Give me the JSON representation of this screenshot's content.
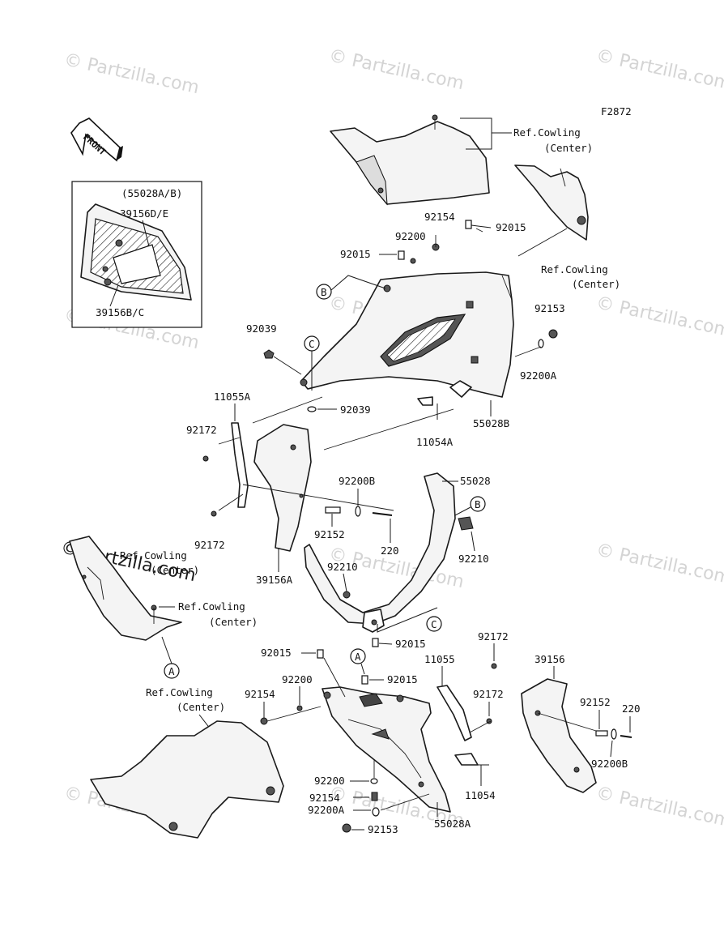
{
  "watermark": "Partzilla.com",
  "figure_code": "F2872",
  "front_label": "FRONT",
  "inset": {
    "title": "(55028A/B)",
    "label_top": "39156D/E",
    "label_bottom": "39156B/C"
  },
  "labels": {
    "ref_cowling_1a": "Ref.Cowling",
    "ref_cowling_1b": "(Center)",
    "ref_cowling_2a": "Ref.Cowling",
    "ref_cowling_2b": "(Center)",
    "ref_cowling_3a": "Ref.Cowling",
    "ref_cowling_3b": "(Center)",
    "ref_cowling_4a": "Ref.Cowling",
    "ref_cowling_4b": "(Center)",
    "ref_cowling_5a": "Ref.Cowling",
    "ref_cowling_5b": "(Center)",
    "p92154_a": "92154",
    "p92015_a": "92015",
    "p92200_a": "92200",
    "p92015_b": "92015",
    "p92153_a": "92153",
    "p92039_a": "92039",
    "p92200A_a": "92200A",
    "p92039_b": "92039",
    "p11055A": "11055A",
    "p55028B": "55028B",
    "p11054A": "11054A",
    "p92172_a": "92172",
    "p92200B_a": "92200B",
    "p55028": "55028",
    "p92152_a": "92152",
    "p220_a": "220",
    "p92210_a": "92210",
    "p92172_b": "92172",
    "p39156A": "39156A",
    "p92210_b": "92210",
    "p92015_c": "92015",
    "p92172_c": "92172",
    "p92015_d": "92015",
    "p11055": "11055",
    "p39156": "39156",
    "p92015_e": "92015",
    "p92200_b": "92200",
    "p92172_d": "92172",
    "p92154_b": "92154",
    "p92152_b": "92152",
    "p220_b": "220",
    "p92200B_b": "92200B",
    "p92200_c": "92200",
    "p11054": "11054",
    "p92154_c": "92154",
    "p92200A_b": "92200A",
    "p55028A": "55028A",
    "p92153_b": "92153",
    "circle_B1": "B",
    "circle_C1": "C",
    "circle_B2": "B",
    "circle_A1": "A",
    "circle_C2": "C",
    "circle_A2": "A"
  }
}
